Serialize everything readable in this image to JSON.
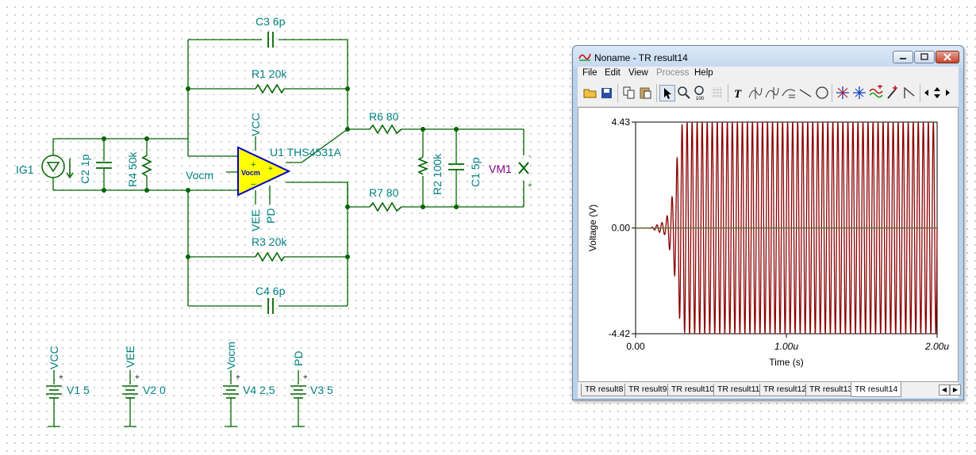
{
  "schematic": {
    "components": {
      "c3": "C3 6p",
      "r1": "R1 20k",
      "r6": "R6 80",
      "r7": "R7 80",
      "r3": "R3 20k",
      "c4": "C4 6p",
      "c2": "C2 1p",
      "r4": "R4 50k",
      "ig1": "IG1",
      "u1": "U1 THS4531A",
      "vocm_pin": "Vocm",
      "vocm_body": "Vocm",
      "vcc_pin": "VCC",
      "vee_pin": "VEE",
      "pd_pin": "PD",
      "r2": "R2 100k",
      "c1": "C1 5p",
      "vm1": "VM1"
    },
    "supplies": [
      {
        "net": "VCC",
        "label": "V1 5"
      },
      {
        "net": "VEE",
        "label": "V2 0"
      },
      {
        "net": "Vocm",
        "label": "V4 2,5"
      },
      {
        "net": "PD",
        "label": "V3 5"
      }
    ],
    "colors": {
      "wire": "#006400",
      "label": "#008080",
      "meter": "#800080",
      "opamp_fill": "#ffff00",
      "opamp_stroke": "#0000cc"
    }
  },
  "window": {
    "title": "Noname - TR result14",
    "menu": [
      "File",
      "Edit",
      "View",
      "Process",
      "Help"
    ],
    "disabled_menu": "Process",
    "toolbar_icons": [
      "open-icon",
      "save-icon",
      "copy-icon",
      "paste-icon",
      "pointer-icon",
      "zoom-icon",
      "zoom-100-icon",
      "grid-icon",
      "text-icon",
      "cursor-a-icon",
      "cursor-b-icon",
      "curve-icon",
      "line-icon",
      "circle-icon",
      "marker-a-icon",
      "marker-b-icon",
      "wave-icon",
      "probe-icon",
      "flag-icon",
      "arrow-left-icon",
      "arrow-updown-icon",
      "arrow-right-icon"
    ],
    "tabs": [
      "TR result8",
      "TR result9",
      "TR result10",
      "TR result11",
      "TR result12",
      "TR result13",
      "TR result14"
    ],
    "active_tab": "TR result14"
  },
  "chart_data": {
    "type": "line",
    "xlabel": "Time (s)",
    "ylabel": "Voltage (V)",
    "xlim": [
      0,
      2e-06
    ],
    "ylim": [
      -4.42,
      4.43
    ],
    "xtick_labels": [
      "0.00",
      "1.00u",
      "2.00u"
    ],
    "ytick_labels": [
      "4.43",
      "0.00",
      "-4.42"
    ],
    "series": [
      {
        "color": "#8b0000",
        "x": [
          0,
          1e-07,
          2e-07,
          2.5e-07,
          2.8e-07,
          3e-07,
          3.3e-07,
          3.5e-07,
          5e-07,
          1e-06,
          1.5e-06,
          2e-06
        ],
        "envelope_max": [
          0,
          0.01,
          0.3,
          1.5,
          3.2,
          4.3,
          4.4,
          4.43,
          4.43,
          4.43,
          4.43,
          4.43
        ],
        "envelope_min": [
          0,
          -0.01,
          -0.3,
          -1.5,
          -3.2,
          -4.2,
          -4.4,
          -4.42,
          -4.42,
          -4.42,
          -4.42,
          -4.42
        ],
        "oscillation_cycles_over_range": 60
      },
      {
        "color": "#556b2f",
        "x": [
          0,
          2e-06
        ],
        "y": [
          0,
          0
        ]
      }
    ]
  }
}
